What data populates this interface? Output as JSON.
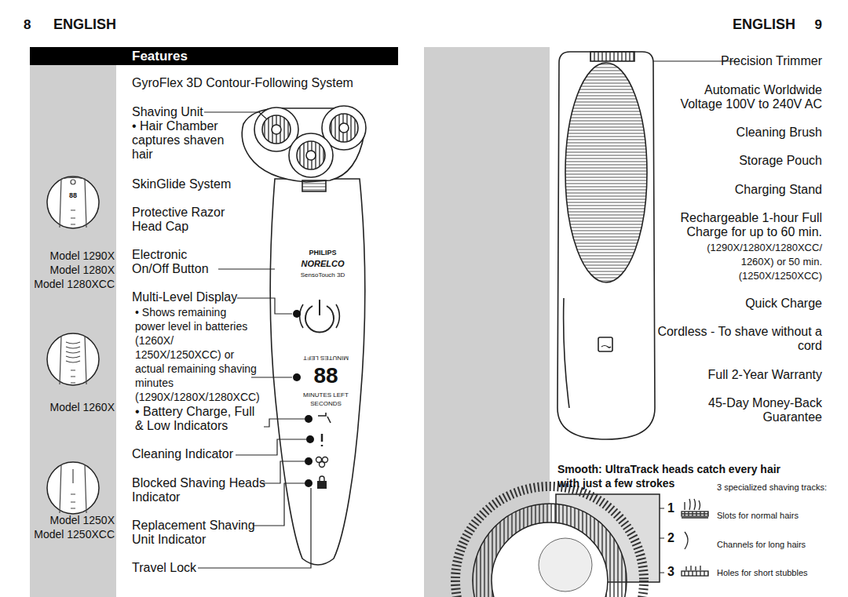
{
  "diagram": {
    "title": "Features",
    "labels": [
      "8",
      "ENGLISH",
      "ENGLISH",
      "9",
      "GyroFlex 3D Contour-Following System",
      "Shaving Unit",
      "• Hair Chamber captures shaven hair",
      "SkinGlide System",
      "Protective Razor Head Cap",
      "Electronic On/Off Button",
      "Multi-Level Display",
      "• Shows remaining power level in batteries (1260X/ 1250X/1250XCC) or actual remaining shaving minutes (1290X/1280X/1280XCC)",
      "• Battery Charge, Full & Low Indicators",
      "Cleaning Indicator",
      "Blocked Shaving Heads Indicator",
      "Replacement Shaving Unit Indicator",
      "Travel Lock",
      "Model 1290X",
      "Model 1280X",
      "Model 1280XCC",
      "Model 1260X",
      "Model 1250X",
      "Model 1250XCC",
      "88",
      "PHILIPS",
      "NORELCO",
      "SensoTouch 3D",
      "MINUTES LEFT",
      "88",
      "MINUTES LEFT",
      "SECONDS",
      "Precision Trimmer",
      "Automatic Worldwide Voltage 100V to 240V AC",
      "Cleaning Brush",
      "Storage Pouch",
      "Charging Stand",
      "Rechargeable 1-hour Full Charge for up to 60 min.",
      "(1290X/1280X/1280XCC/ 1260X) or 50 min. (1250X/1250XCC)",
      "Quick Charge",
      "Cordless - To shave without a cord",
      "Full 2-Year Warranty",
      "45-Day Money-Back Guarantee",
      "Smooth: UltraTrack heads catch every hair with just a few strokes",
      "3 specialized shaving tracks:",
      "1",
      "2",
      "3",
      "Slots for normal hairs",
      "Channels for long hairs",
      "Holes for short stubbles"
    ]
  }
}
